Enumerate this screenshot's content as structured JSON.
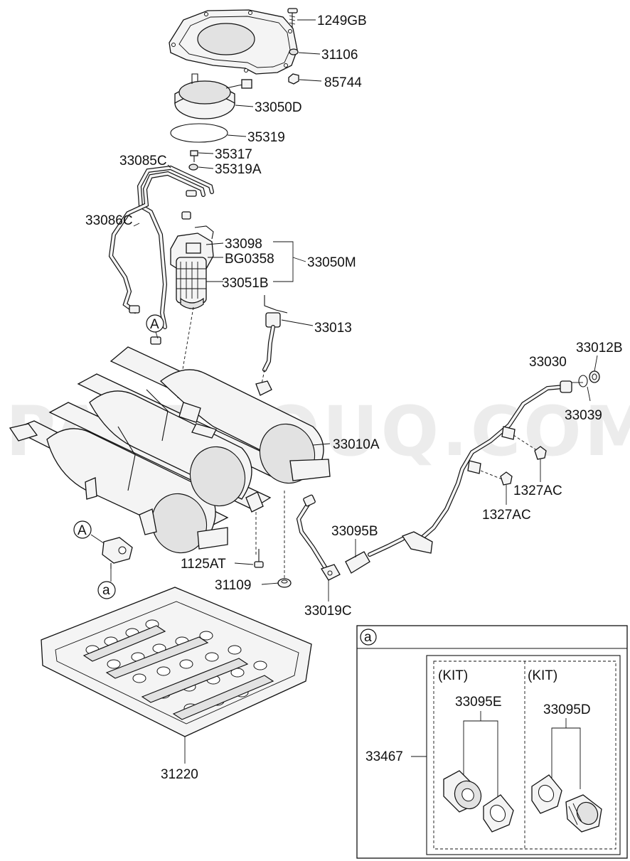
{
  "watermark": "PARTSOUQ.COM",
  "callouts": [
    {
      "id": "lbl-1249gb",
      "text": "1249GB"
    },
    {
      "id": "lbl-31106",
      "text": "31106"
    },
    {
      "id": "lbl-85744",
      "text": "85744"
    },
    {
      "id": "lbl-33050d",
      "text": "33050D"
    },
    {
      "id": "lbl-35319",
      "text": "35319"
    },
    {
      "id": "lbl-35317",
      "text": "35317"
    },
    {
      "id": "lbl-35319a",
      "text": "35319A"
    },
    {
      "id": "lbl-33085c",
      "text": "33085C"
    },
    {
      "id": "lbl-33086c",
      "text": "33086C"
    },
    {
      "id": "lbl-33098",
      "text": "33098"
    },
    {
      "id": "lbl-bg0358",
      "text": "BG0358"
    },
    {
      "id": "lbl-33050m",
      "text": "33050M"
    },
    {
      "id": "lbl-33051b",
      "text": "33051B"
    },
    {
      "id": "lbl-33013",
      "text": "33013"
    },
    {
      "id": "lbl-33012b",
      "text": "33012B"
    },
    {
      "id": "lbl-33030",
      "text": "33030"
    },
    {
      "id": "lbl-33039",
      "text": "33039"
    },
    {
      "id": "lbl-33010a",
      "text": "33010A"
    },
    {
      "id": "lbl-1327ac-1",
      "text": "1327AC"
    },
    {
      "id": "lbl-1327ac-2",
      "text": "1327AC"
    },
    {
      "id": "lbl-33095b",
      "text": "33095B"
    },
    {
      "id": "lbl-1125at",
      "text": "1125AT"
    },
    {
      "id": "lbl-31109",
      "text": "31109"
    },
    {
      "id": "lbl-33019c",
      "text": "33019C"
    },
    {
      "id": "lbl-31220",
      "text": "31220"
    }
  ],
  "refs": {
    "A_upper": "A",
    "A_lower": "A",
    "a_lower": "a"
  },
  "inset": {
    "ref": "a",
    "kit_number": "33467",
    "kits": [
      {
        "kit_label": "(KIT)",
        "part": "33095E"
      },
      {
        "kit_label": "(KIT)",
        "part": "33095D"
      }
    ]
  }
}
